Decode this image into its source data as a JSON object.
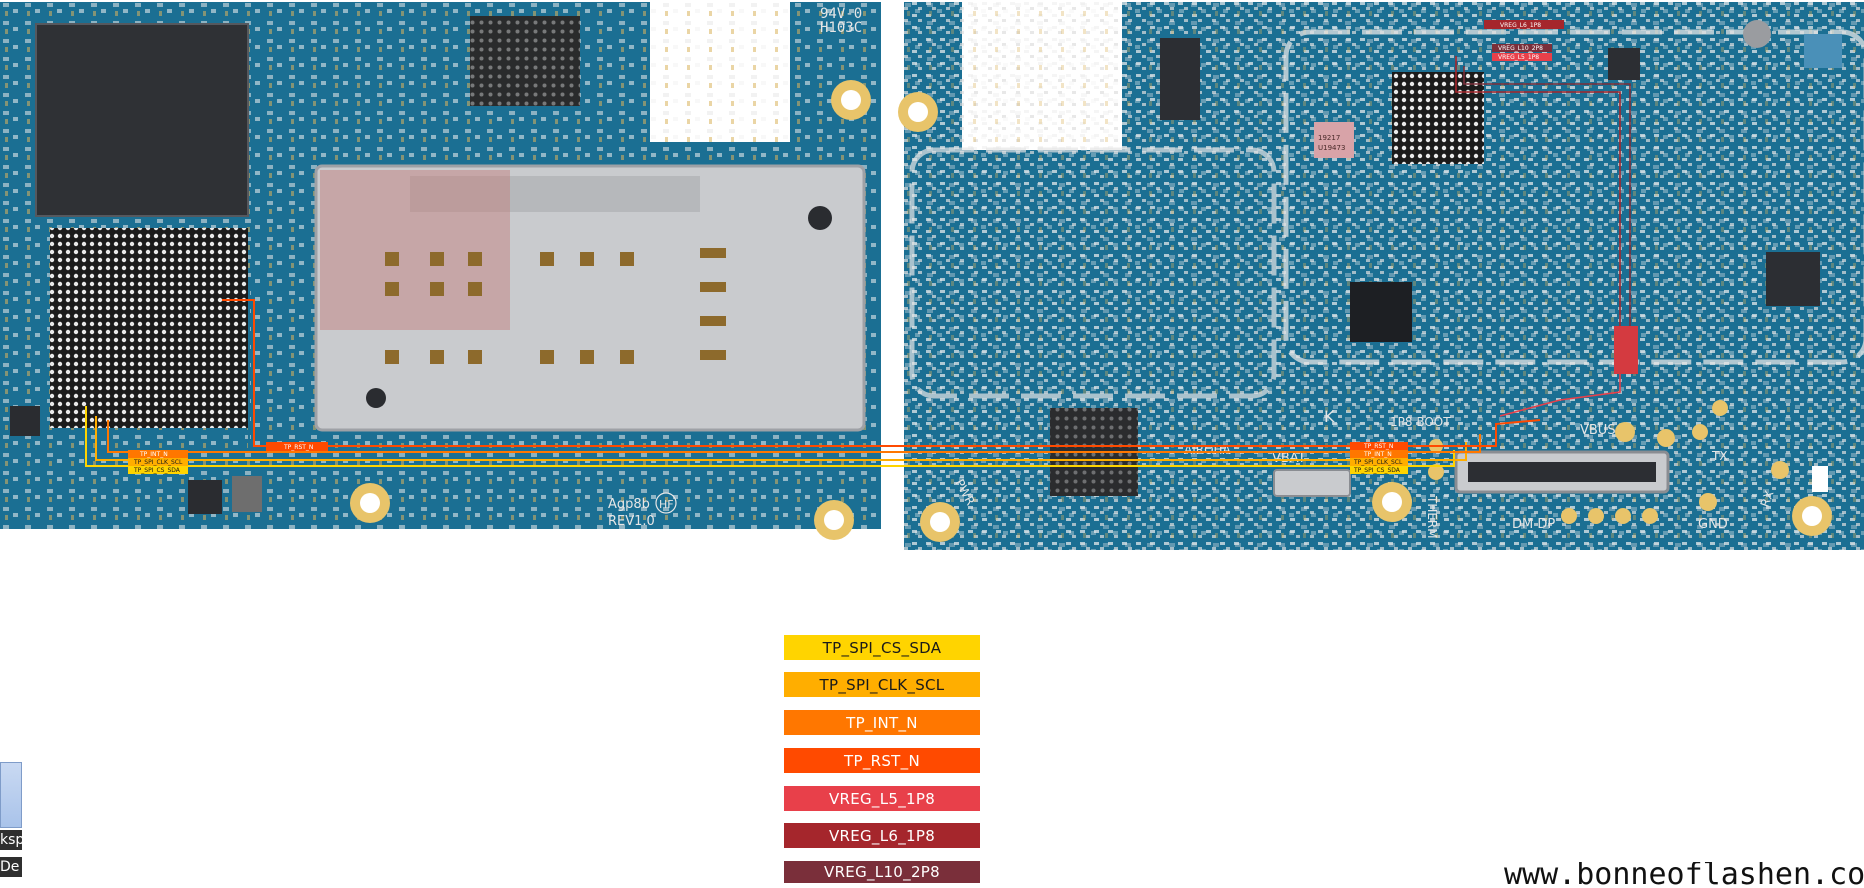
{
  "board": {
    "silkscreen": {
      "cert": "94V-0",
      "code": "H103C",
      "model": "Agp8b",
      "hf": "HF",
      "rev": "REV1.0",
      "vbat": "VBAT",
      "pwr": "PWR",
      "therm": "THERM",
      "boot": "1P8 BOOT",
      "vbus": "VBUS",
      "tx": "TX",
      "rx": "RX",
      "gnd": "GND",
      "dmdp": "DM DP",
      "k": "K",
      "chip": "AIROHA",
      "ic1": "19217",
      "ic2": "U19473"
    },
    "probe_tags": {
      "left_rst": "TP_RST_N",
      "left_int": "TP_INT_N",
      "left_clk": "TP_SPI_CLK_SCL",
      "left_cs": "TP_SPI_CS_SDA",
      "right_rst": "TP_RST_N",
      "right_int": "TP_INT_N",
      "right_clk": "TP_SPI_CLK_SCL",
      "right_cs": "TP_SPI_CS_SDA",
      "vreg_top": "VREG_L6_1P8",
      "vreg_a": "VREG_L10_2P8",
      "vreg_b": "VREG_L5_1P8"
    },
    "colors": {
      "pcb": "#1b6f93",
      "pcb_dark": "#145a7a",
      "trace": "#2a86ad",
      "pad_gold": "#e2b55a",
      "shield": "#c7c9cc"
    }
  },
  "legend": [
    {
      "label": "TP_SPI_CS_SDA",
      "color": "#ffd400",
      "text_color": "#1a1a1a"
    },
    {
      "label": "TP_SPI_CLK_SCL",
      "color": "#ffae00",
      "text_color": "#1a1a1a"
    },
    {
      "label": "TP_INT_N",
      "color": "#ff7700",
      "text_color": "#ffffff"
    },
    {
      "label": "TP_RST_N",
      "color": "#ff4a00",
      "text_color": "#ffffff"
    },
    {
      "label": "VREG_L5_1P8",
      "color": "#e8404a",
      "text_color": "#ffffff"
    },
    {
      "label": "VREG_L6_1P8",
      "color": "#a5262c",
      "text_color": "#ffffff"
    },
    {
      "label": "VREG_L10_2P8",
      "color": "#7a2f3a",
      "text_color": "#ffffff"
    }
  ],
  "website": "www.bonneoflashen.co",
  "side_panel": {
    "item1": "ksp",
    "item2": "De"
  }
}
